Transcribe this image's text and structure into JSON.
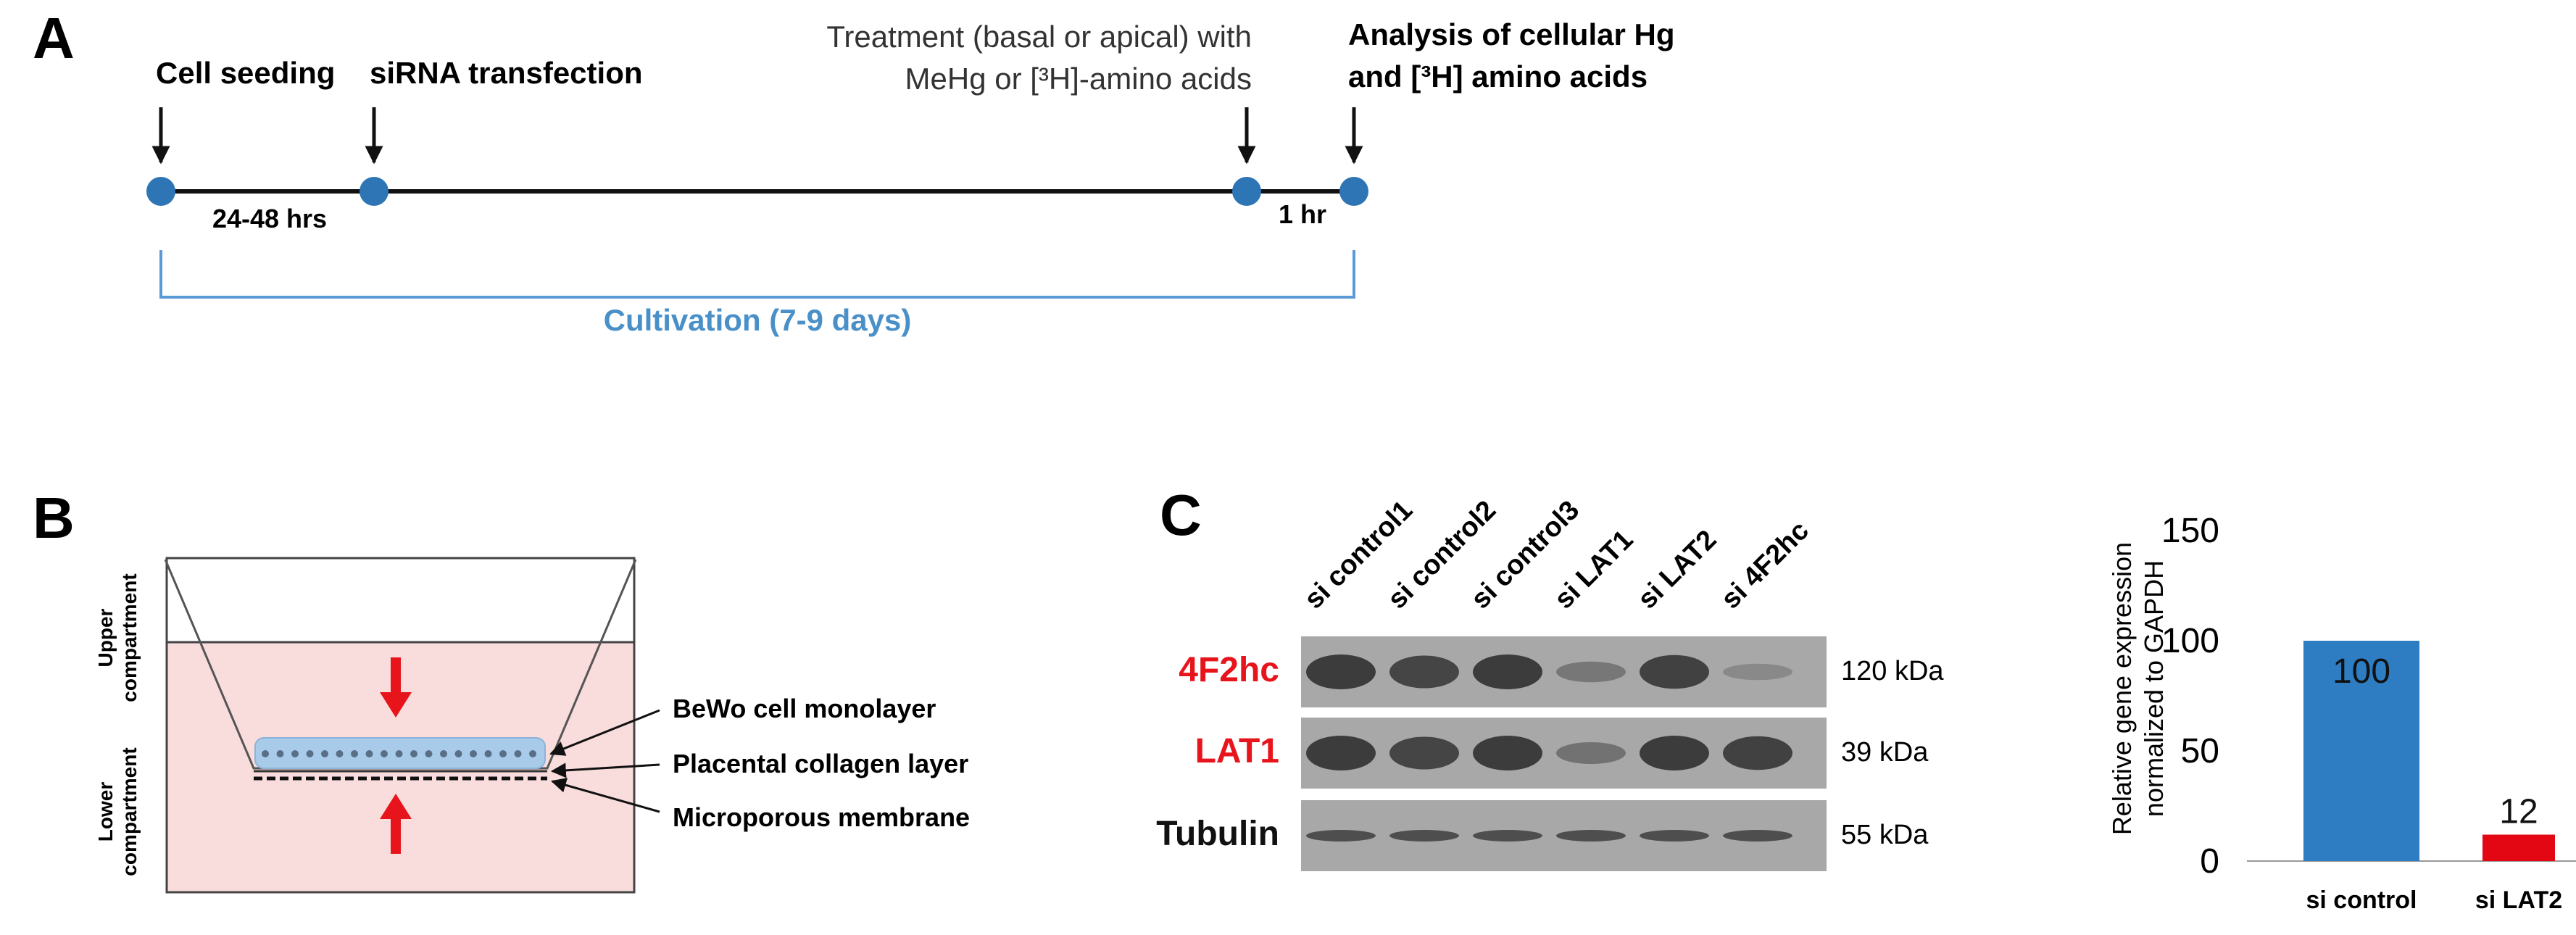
{
  "panel_a": {
    "label": "A",
    "events": [
      {
        "label_lines": [
          "Cell seeding"
        ]
      },
      {
        "label_lines": [
          "siRNA transfection"
        ]
      },
      {
        "label_lines": [
          "Treatment (basal or apical) with",
          "MeHg or [³H]-amino acids"
        ]
      },
      {
        "label_lines": [
          "Analysis of cellular Hg",
          "and [³H] amino acids"
        ]
      }
    ],
    "interval_1": "24-48 hrs",
    "interval_2": "1 hr",
    "cultivation": "Cultivation (7-9 days)",
    "colors": {
      "dot": "#2E75B6",
      "bracket": "#5B9BD5",
      "cultivation_text": "#4A90C8"
    }
  },
  "panel_b": {
    "label": "B",
    "upper_label": [
      "Upper",
      "compartment"
    ],
    "lower_label": [
      "Lower",
      "compartment"
    ],
    "annotations": [
      "BeWo cell monolayer",
      "Placental collagen layer",
      "Microporous membrane"
    ],
    "colors": {
      "medium": "#F9DCDC",
      "arrow": "#E8141B",
      "cells": "#A9CBEA"
    }
  },
  "panel_c": {
    "label": "C",
    "lanes": [
      "si control1",
      "si control2",
      "si control3",
      "si LAT1",
      "si LAT2",
      "si 4F2hc"
    ],
    "blots": [
      {
        "protein": "4F2hc",
        "mw": "120 kDa",
        "color": "#E8141B",
        "intensities": [
          1,
          0.9,
          1,
          0.35,
          0.95,
          0.15
        ]
      },
      {
        "protein": "LAT1",
        "mw": "39 kDa",
        "color": "#E8141B",
        "intensities": [
          1,
          0.9,
          1,
          0.4,
          1,
          0.95
        ]
      },
      {
        "protein": "Tubulin",
        "mw": "55 kDa",
        "color": "#111111",
        "intensities": [
          0.8,
          0.8,
          0.8,
          0.8,
          0.8,
          0.8
        ]
      }
    ]
  },
  "chart_data": {
    "type": "bar",
    "categories": [
      "si control",
      "si LAT2"
    ],
    "values": [
      100,
      12
    ],
    "colors": [
      "#2E7DC2",
      "#E30613"
    ],
    "data_labels": [
      "100",
      "12"
    ],
    "ylabel": "Relative gene expression normalized to GAPDH",
    "ylabel_lines": [
      "Relative gene expression",
      "normalized to GAPDH"
    ],
    "ylim": [
      0,
      150
    ],
    "yticks": [
      0,
      50,
      100,
      150
    ],
    "grid": false
  }
}
